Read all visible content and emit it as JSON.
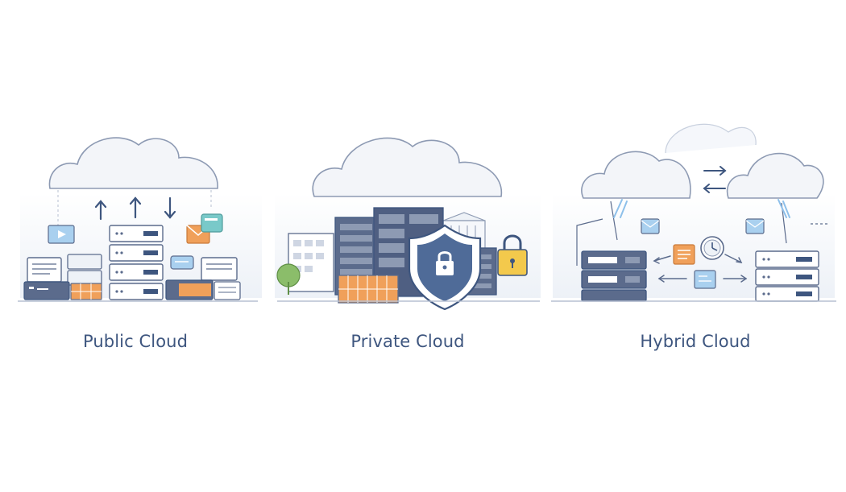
{
  "panels": {
    "public": {
      "title": "Public Cloud"
    },
    "private": {
      "title": "Private Cloud"
    },
    "hybrid": {
      "title": "Hybrid Cloud"
    }
  },
  "icons": {
    "public": [
      "cloud-icon",
      "arrow-up-icon",
      "arrow-down-icon",
      "server-rack-icon",
      "monitor-icon",
      "envelope-icon",
      "chat-icon",
      "video-icon",
      "document-icon"
    ],
    "private": [
      "cloud-icon",
      "building-icon",
      "tree-icon",
      "server-rack-icon",
      "firewall-icon",
      "shield-lock-icon",
      "padlock-icon"
    ],
    "hybrid": [
      "cloud-icon",
      "sync-arrows-icon",
      "server-rack-icon",
      "clock-icon",
      "document-icon",
      "chat-icon"
    ]
  },
  "colors": {
    "navy": "#3e567f",
    "slate": "#5b6b8c",
    "light_cloud": "#f3f5f9",
    "outline": "#8d9ab3",
    "orange": "#f0a05a",
    "blue_accent": "#8ec0ea",
    "yellow": "#f3c94c",
    "teal": "#79c9c9",
    "green": "#8bbd6a"
  }
}
